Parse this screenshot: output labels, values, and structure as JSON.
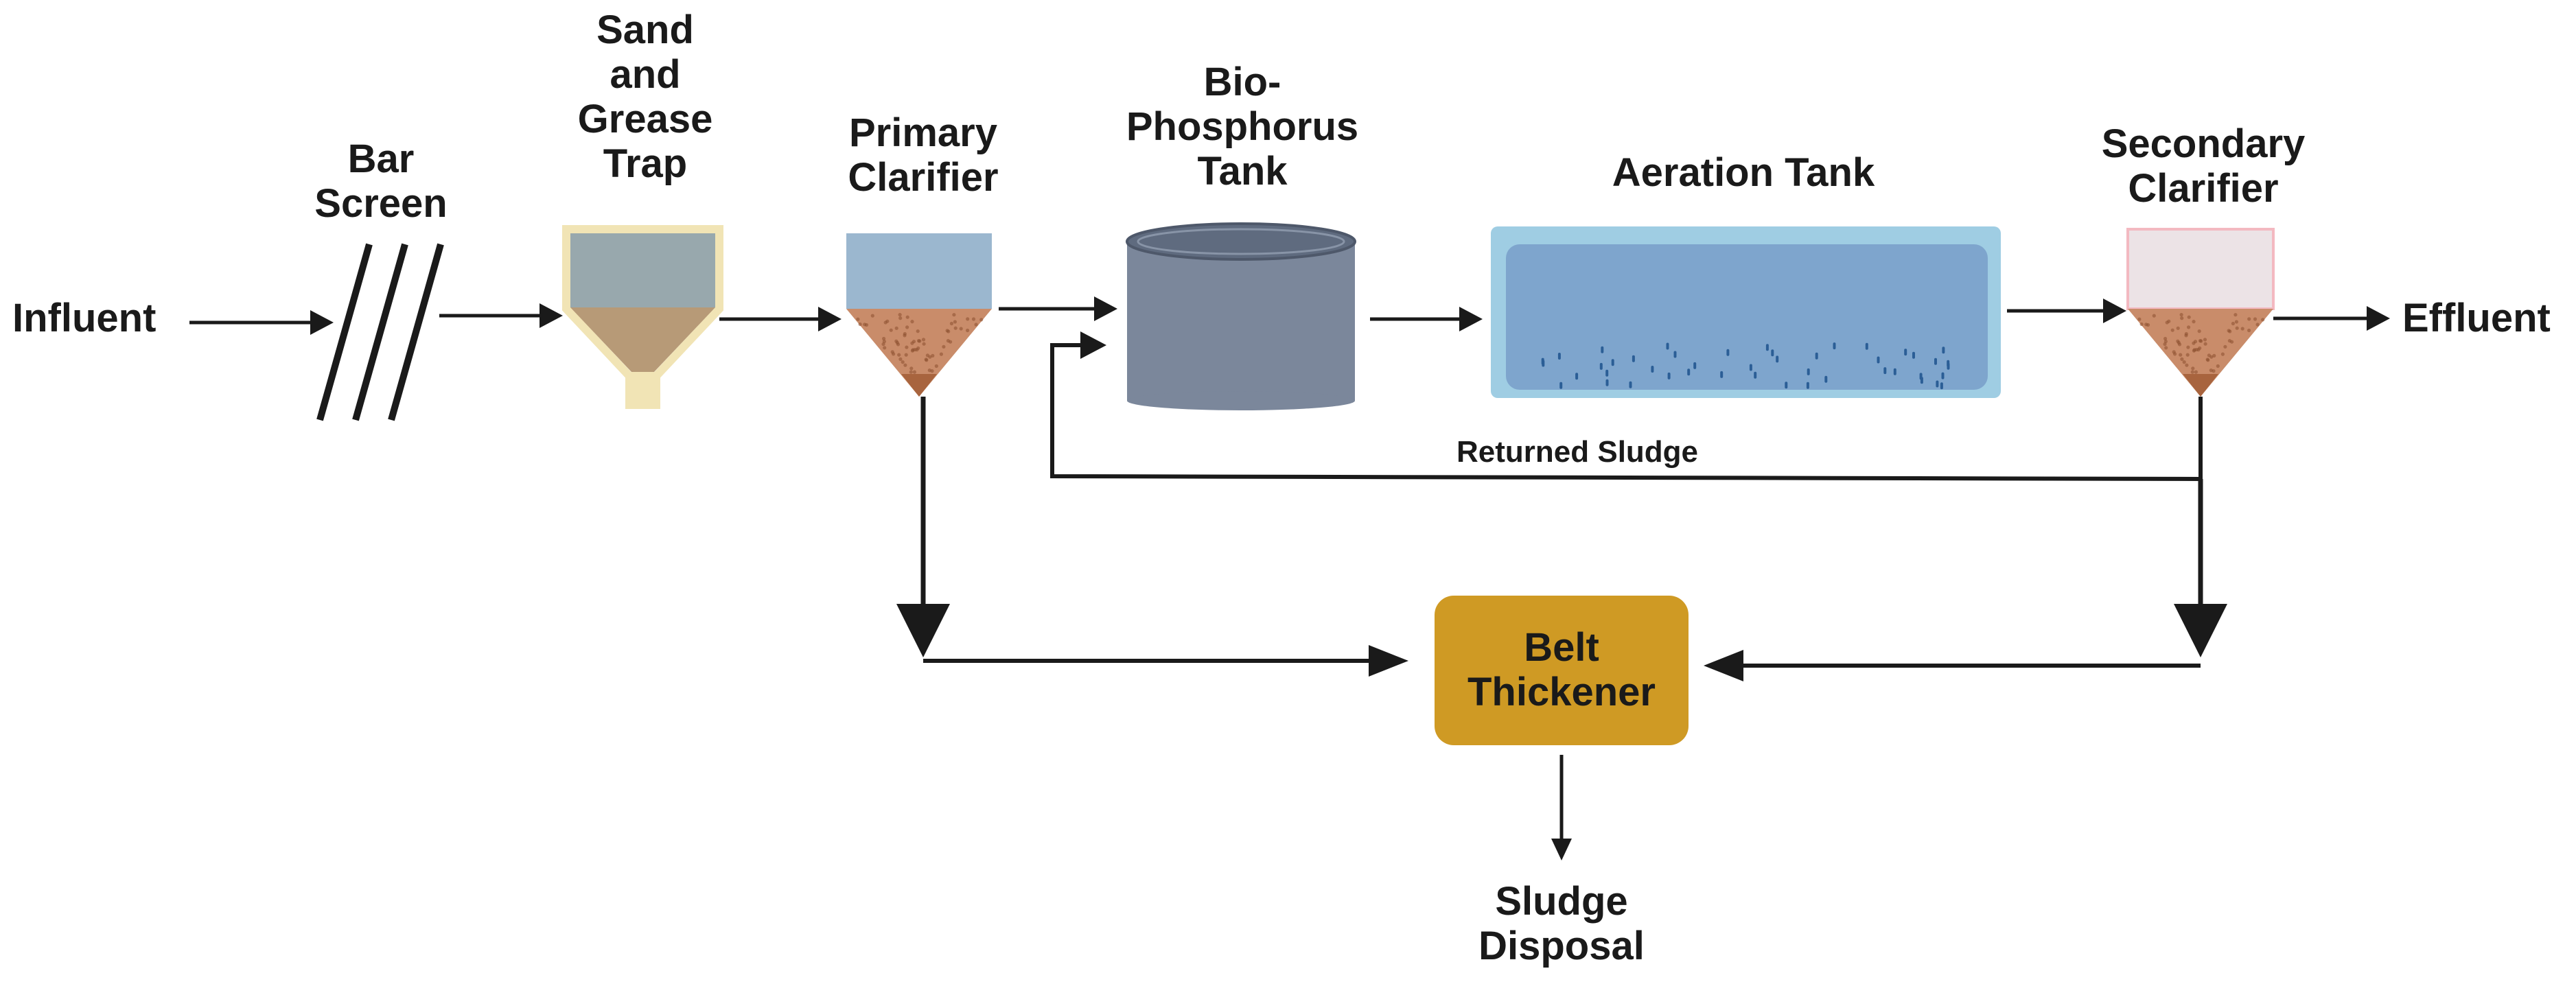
{
  "labels": {
    "influent": "Influent",
    "bar_screen": "Bar\nScreen",
    "sand_grease_trap": "Sand\nand\nGrease\nTrap",
    "primary_clarifier": "Primary\nClarifier",
    "bio_phosphorus_tank": "Bio-\nPhosphorus\nTank",
    "aeration_tank": "Aeration Tank",
    "secondary_clarifier": "Secondary\nClarifier",
    "effluent": "Effluent",
    "returned_sludge": "Returned Sludge",
    "belt_thickener": "Belt\nThickener",
    "sludge_disposal": "Sludge\nDisposal"
  },
  "colors": {
    "line": "#1a1a1a",
    "clarifier_water": "#9bb7cf",
    "sludge": "#c98c6a",
    "sludge_dark": "#a8643e",
    "trap_water": "#98a8ad",
    "trap_sand": "#b79a77",
    "trap_outline": "#f1e4b5",
    "bio_tank_body": "#7b879b",
    "bio_tank_top": "#5f6b7f",
    "aeration_outer": "#9fcde3",
    "aeration_inner": "#7ea5cd",
    "aeration_bubble": "#2b5e96",
    "secondary_water": "#ece3e6",
    "belt_thickener": "#cf9a24"
  }
}
